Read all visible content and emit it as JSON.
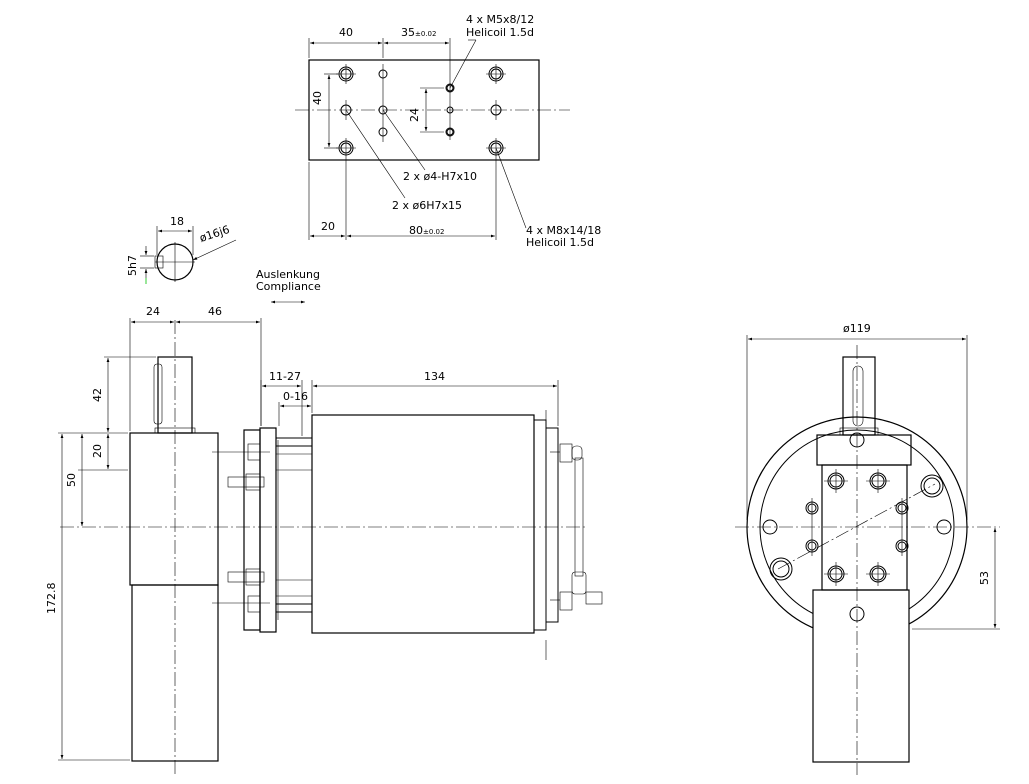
{
  "flange": {
    "dim_40_top": "40",
    "dim_35": "35",
    "dim_35_tol": "±0.02",
    "dim_40_vert": "40",
    "dim_24": "24",
    "dim_20": "20",
    "dim_80": "80",
    "dim_80_tol": "±0.02",
    "note_m5_line1": "4 x M5x8/12",
    "note_m5_line2": "Helicoil 1.5d",
    "note_d4": "2 x ø4-H7x10",
    "note_d6": "2 x ø6H7x15",
    "note_m8_line1": "4 x M8x14/18",
    "note_m8_line2": "Helicoil 1.5d"
  },
  "shaft_detail": {
    "dim_18": "18",
    "dim_dia16": "ø16j6",
    "dim_5h7": "5h7"
  },
  "compliance": {
    "label_de": "Auslenkung",
    "label_en": "Compliance"
  },
  "side_view": {
    "dim_24": "24",
    "dim_46": "46",
    "dim_42": "42",
    "dim_20": "20",
    "dim_50": "50",
    "dim_172_8": "172.8",
    "dim_11_27": "11-27",
    "dim_0_16": "0-16",
    "dim_134": "134"
  },
  "end_view": {
    "dim_dia119": "ø119",
    "dim_53": "53"
  }
}
